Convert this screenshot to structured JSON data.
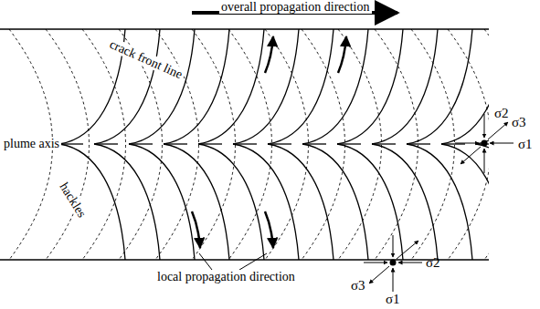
{
  "diagram": {
    "labels": [
      "overall propagation direction",
      "crack front line",
      "plume axis",
      "hackles",
      "local propagation direction",
      "σ2",
      "σ3",
      "σ1",
      "σ1",
      "σ2",
      "σ3"
    ]
  }
}
